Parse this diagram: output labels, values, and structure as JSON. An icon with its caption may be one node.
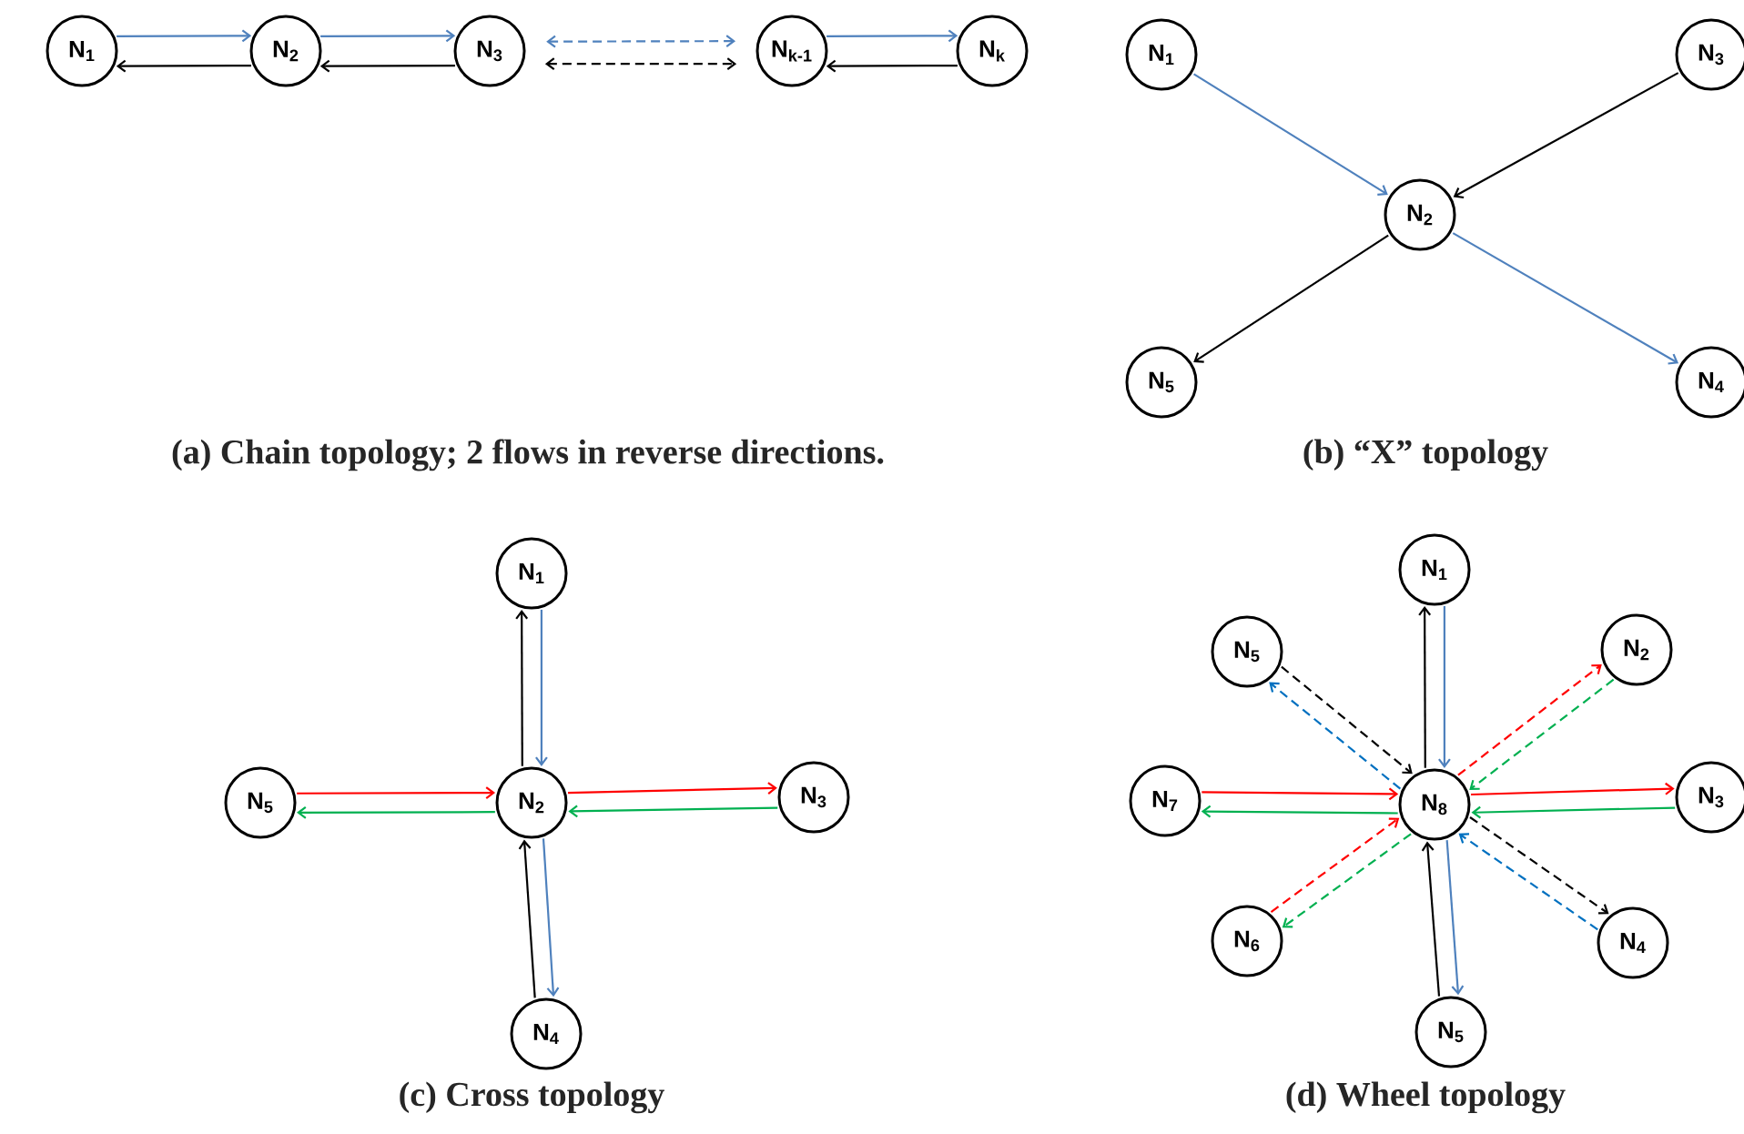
{
  "diagram": {
    "nodes": [
      {
        "text": [
          "N$_{1}$"
        ]
      },
      {
        "text": [
          "N$_{2}$"
        ]
      },
      {
        "text": [
          "N$_{3}$"
        ]
      },
      {
        "text": [
          "N$_{k-1}$"
        ]
      },
      {
        "text": [
          "N$_{k}$"
        ]
      },
      {
        "text": [
          "N$_{1}$"
        ]
      },
      {
        "text": [
          "N$_{3}$"
        ]
      },
      {
        "text": [
          "N$_{2}$"
        ]
      },
      {
        "text": [
          "N$_{5}$"
        ]
      },
      {
        "text": [
          "N$_{4}$"
        ]
      },
      {
        "text": [
          "N$_{1}$"
        ]
      },
      {
        "text": [
          "N$_{5}$"
        ]
      },
      {
        "text": [
          "N$_{2}$"
        ]
      },
      {
        "text": [
          "N$_{3}$"
        ]
      },
      {
        "text": [
          "N$_{4}$"
        ]
      },
      {
        "text": [
          "N$_{1}$"
        ]
      },
      {
        "text": [
          "N$_{5}$"
        ]
      },
      {
        "text": [
          "N$_{2}$"
        ]
      },
      {
        "text": [
          "N$_{7}$"
        ]
      },
      {
        "text": [
          "N$_{8}$"
        ]
      },
      {
        "text": [
          "N$_{3}$"
        ]
      },
      {
        "text": [
          "N$_{6}$"
        ]
      },
      {
        "text": [
          "N$_{4}$"
        ]
      },
      {
        "text": [
          "N$_{5}$"
        ]
      }
    ],
    "edges": [
      {
        "from": 0,
        "to": 1,
        "arrow": "to",
        "color": "#4f81bd"
      },
      {
        "from": 1,
        "to": 0,
        "arrow": "to"
      },
      {
        "from": 1,
        "to": 2,
        "arrow": "to",
        "color": "#4f81bd"
      },
      {
        "from": 2,
        "to": 1,
        "arrow": "to"
      },
      {
        "from": 2,
        "to": 3,
        "arrow": "both",
        "style": "dashed",
        "color": "#4f81bd"
      },
      {
        "from": 2,
        "to": 3,
        "arrow": "both",
        "style": "dashed"
      },
      {
        "from": 3,
        "to": 4,
        "arrow": "to",
        "color": "#4f81bd"
      },
      {
        "from": 4,
        "to": 3,
        "arrow": "to"
      },
      {
        "from": 5,
        "to": 7,
        "arrow": "to",
        "color": "#4f81bd"
      },
      {
        "from": 6,
        "to": 7,
        "arrow": "to"
      },
      {
        "from": 7,
        "to": 8,
        "arrow": "to"
      },
      {
        "from": 7,
        "to": 9,
        "arrow": "to",
        "color": "#4f81bd"
      },
      {
        "from": 10,
        "to": 12,
        "arrow": "to",
        "color": "#4f81bd"
      },
      {
        "from": 12,
        "to": 10,
        "arrow": "to"
      },
      {
        "from": 11,
        "to": 12,
        "arrow": "to",
        "color": "#ff0000"
      },
      {
        "from": 12,
        "to": 11,
        "arrow": "to",
        "color": "#00b050"
      },
      {
        "from": 12,
        "to": 13,
        "arrow": "to",
        "color": "#ff0000"
      },
      {
        "from": 13,
        "to": 12,
        "arrow": "to",
        "color": "#00b050"
      },
      {
        "from": 12,
        "to": 14,
        "arrow": "to",
        "color": "#4f81bd"
      },
      {
        "from": 14,
        "to": 12,
        "arrow": "to"
      },
      {
        "from": 15,
        "to": 19,
        "arrow": "to",
        "color": "#4f81bd"
      },
      {
        "from": 19,
        "to": 15,
        "arrow": "to"
      },
      {
        "from": 16,
        "to": 19,
        "arrow": "to",
        "style": "dashed"
      },
      {
        "from": 19,
        "to": 16,
        "arrow": "to",
        "style": "dashed",
        "color": "#0070c0"
      },
      {
        "from": 19,
        "to": 17,
        "arrow": "to",
        "style": "dashed",
        "color": "#ff0000"
      },
      {
        "from": 17,
        "to": 19,
        "arrow": "to",
        "style": "dashed",
        "color": "#00b050"
      },
      {
        "from": 18,
        "to": 19,
        "arrow": "to",
        "color": "#ff0000"
      },
      {
        "from": 19,
        "to": 18,
        "arrow": "to",
        "color": "#00b050"
      },
      {
        "from": 19,
        "to": 20,
        "arrow": "to",
        "color": "#ff0000"
      },
      {
        "from": 20,
        "to": 19,
        "arrow": "to",
        "color": "#00b050"
      },
      {
        "from": 21,
        "to": 19,
        "arrow": "to",
        "style": "dashed",
        "color": "#ff0000"
      },
      {
        "from": 19,
        "to": 21,
        "arrow": "to",
        "style": "dashed",
        "color": "#00b050"
      },
      {
        "from": 19,
        "to": 22,
        "arrow": "to",
        "style": "dashed"
      },
      {
        "from": 22,
        "to": 19,
        "arrow": "to",
        "style": "dashed",
        "color": "#0070c0"
      },
      {
        "from": 19,
        "to": 23,
        "arrow": "to",
        "color": "#4f81bd"
      },
      {
        "from": 23,
        "to": 19,
        "arrow": "to"
      }
    ],
    "labels": [
      "(a) Chain topology; 2 flows in reverse directions.",
      "(b) “X” topology",
      "(c) Cross topology",
      "(d) Wheel topology"
    ]
  }
}
